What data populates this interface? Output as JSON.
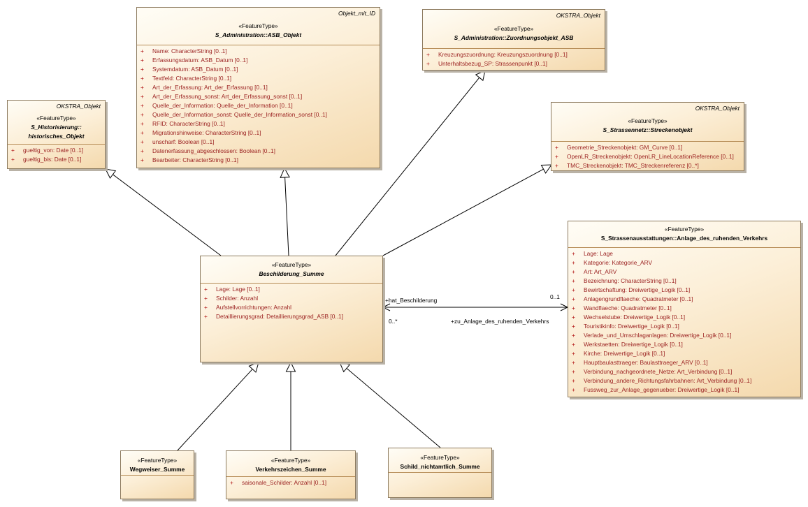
{
  "classes": {
    "historisches": {
      "tag": "OKSTRA_Objekt",
      "stereotype": "«FeatureType»",
      "name_lines": [
        "S_Historisierung::",
        "historisches_Objekt"
      ],
      "attributes": [
        "gueltig_von: Date [0..1]",
        "gueltig_bis: Date [0..1]"
      ]
    },
    "asb": {
      "tag": "Objekt_mit_ID",
      "stereotype": "«FeatureType»",
      "name_lines": [
        "S_Administration::ASB_Objekt"
      ],
      "attributes": [
        "Name: CharacterString [0..1]",
        "Erfassungsdatum: ASB_Datum [0..1]",
        "Systemdatum: ASB_Datum [0..1]",
        "Textfeld: CharacterString [0..1]",
        "Art_der_Erfassung: Art_der_Erfassung [0..1]",
        "Art_der_Erfassung_sonst: Art_der_Erfassung_sonst [0..1]",
        "Quelle_der_Information: Quelle_der_Information [0..1]",
        "Quelle_der_Information_sonst: Quelle_der_Information_sonst [0..1]",
        "RFID: CharacterString [0..1]",
        "Migrationshinweise: CharacterString [0..1]",
        "unscharf: Boolean [0..1]",
        "Datenerfassung_abgeschlossen: Boolean [0..1]",
        "Bearbeiter: CharacterString [0..1]"
      ]
    },
    "zuordnung": {
      "tag": "OKSTRA_Objekt",
      "stereotype": "«FeatureType»",
      "name_lines": [
        "S_Administration::Zuordnungsobjekt_ASB"
      ],
      "attributes": [
        "Kreuzungszuordnung: Kreuzungszuordnung [0..1]",
        "Unterhaltsbezug_SP: Strassenpunkt [0..1]"
      ]
    },
    "streckenobjekt": {
      "tag": "OKSTRA_Objekt",
      "stereotype": "«FeatureType»",
      "name_lines": [
        "S_Strassennetz::Streckenobjekt"
      ],
      "attributes": [
        "Geometrie_Streckenobjekt: GM_Curve [0..1]",
        "OpenLR_Streckenobjekt: OpenLR_LineLocationReference [0..1]",
        "TMC_Streckenobjekt: TMC_Streckenreferenz [0..*]"
      ]
    },
    "beschilderung": {
      "tag": "",
      "stereotype": "«FeatureType»",
      "name_lines": [
        "Beschilderung_Summe"
      ],
      "attributes": [
        "Lage: Lage [0..1]",
        "Schilder: Anzahl",
        "Aufstellvorrichtungen: Anzahl",
        "Detaillierungsgrad: Detaillierungsgrad_ASB [0..1]"
      ]
    },
    "anlage": {
      "tag": "",
      "stereotype": "«FeatureType»",
      "name_lines": [
        "S_Strassenausstattungen::Anlage_des_ruhenden_Verkehrs"
      ],
      "attributes": [
        "Lage: Lage",
        "Kategorie: Kategorie_ARV",
        "Art: Art_ARV",
        "Bezeichnung: CharacterString [0..1]",
        "Bewirtschaftung: Dreiwertige_Logik [0..1]",
        "Anlagengrundflaeche: Quadratmeter [0..1]",
        "Wandflaeche: Quadratmeter [0..1]",
        "Wechselstube: Dreiwertige_Logik [0..1]",
        "Touristikinfo: Dreiwertige_Logik [0..1]",
        "Verlade_und_Umschlaganlagen: Dreiwertige_Logik [0..1]",
        "Werkstaetten: Dreiwertige_Logik [0..1]",
        "Kirche: Dreiwertige_Logik [0..1]",
        "Hauptbaulasttraeger: Baulasttraeger_ARV [0..1]",
        "Verbindung_nachgeordnete_Netze: Art_Verbindung [0..1]",
        "Verbindung_andere_Richtungsfahrbahnen: Art_Verbindung [0..1]",
        "Fussweg_zur_Anlage_gegenueber: Dreiwertige_Logik [0..1]"
      ]
    },
    "wegweiser": {
      "tag": "",
      "stereotype": "«FeatureType»",
      "name_lines": [
        "Wegweiser_Summe"
      ],
      "attributes": []
    },
    "verkehrszeichen": {
      "tag": "",
      "stereotype": "«FeatureType»",
      "name_lines": [
        "Verkehrszeichen_Summe"
      ],
      "attributes": [
        "saisonale_Schilder: Anzahl [0..1]"
      ]
    },
    "schild": {
      "tag": "",
      "stereotype": "«FeatureType»",
      "name_lines": [
        "Schild_nichtamtlich_Summe"
      ],
      "attributes": []
    }
  },
  "attribute_marker": "+",
  "association": {
    "role_source": "+hat_Beschilderung",
    "role_target": "+zu_Anlage_des_ruhenden_Verkehrs",
    "mult_source": "0..*",
    "mult_target": "0..1"
  },
  "colors": {
    "fill_light": "#fffdf6",
    "fill_dark": "#f4d9ad",
    "border": "#8c7a5e",
    "attribute_text": "#9a1f1f",
    "line": "#000000"
  }
}
